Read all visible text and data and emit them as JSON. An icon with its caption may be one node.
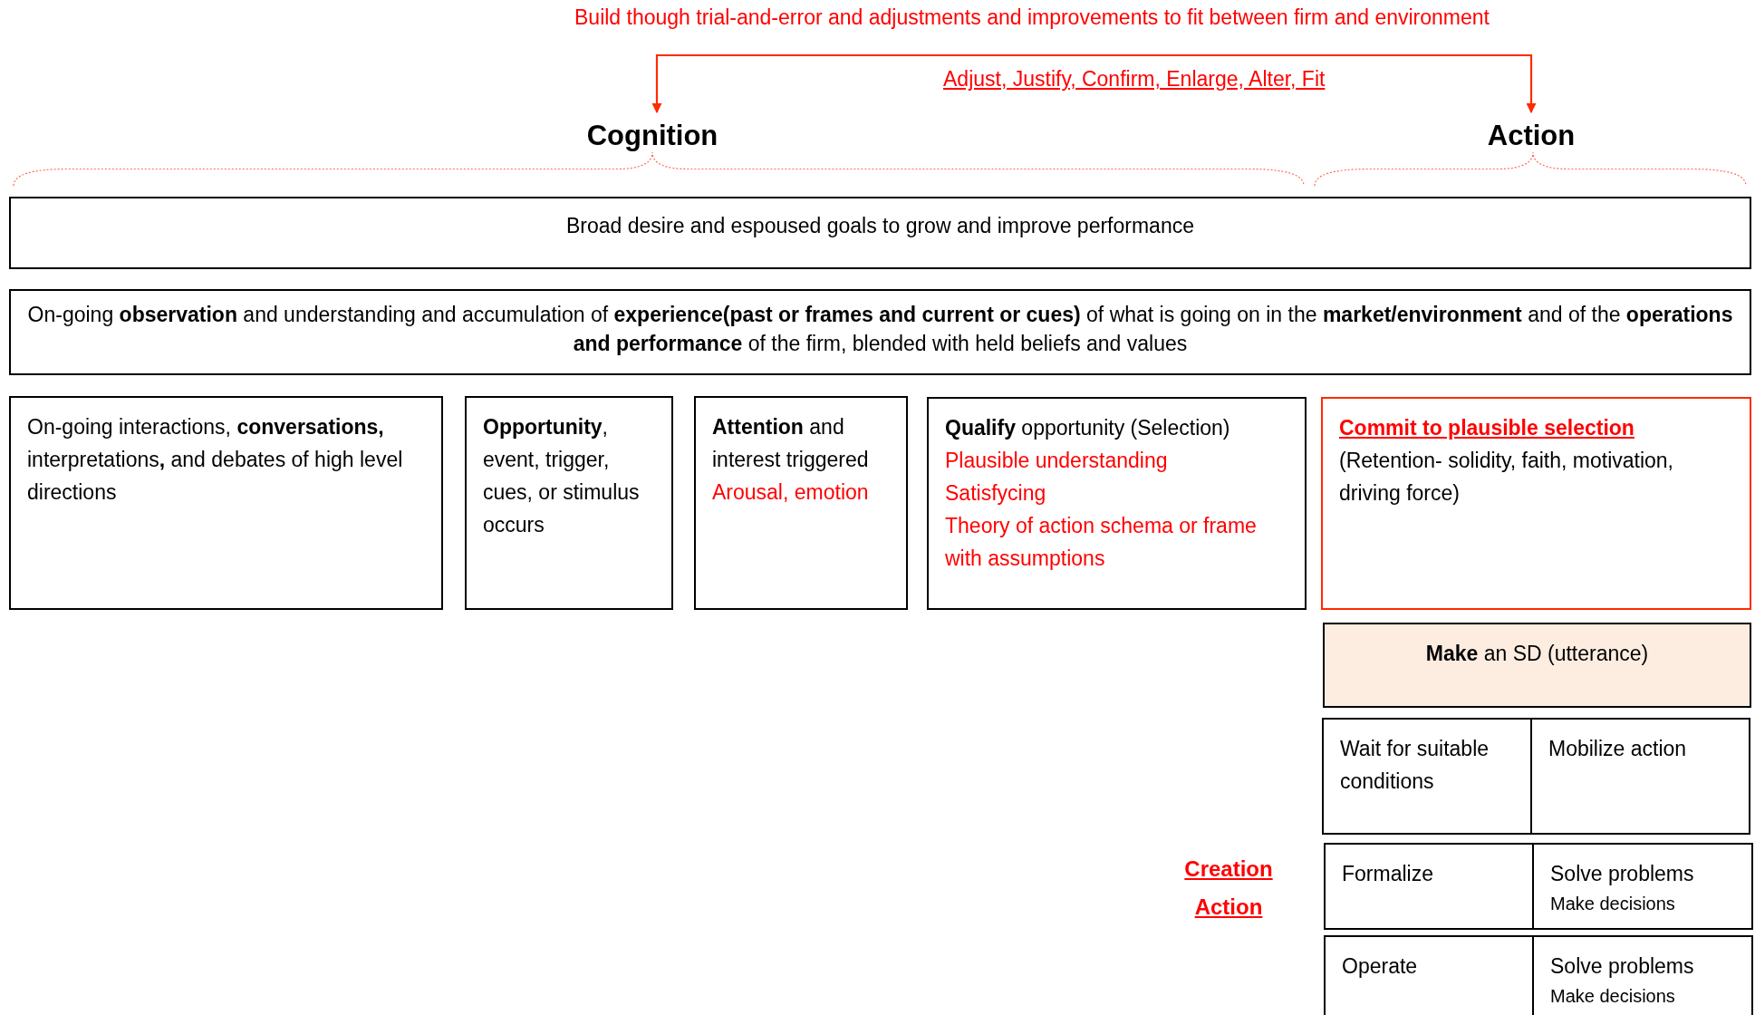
{
  "diagram": {
    "nodes": [
      {
        "text": [
          "Cognition"
        ]
      },
      {
        "text": [
          "Action"
        ]
      },
      {
        "text": [
          "Broad desire and espoused goals to grow and improve performance"
        ]
      },
      {
        "text": [
          "On-going **observation** and understanding and accumulation of **experience(past or frames and current or cues)** of what is going on in the **market/environment** and of the **operations and performance** of the firm, blended with held beliefs and values"
        ]
      },
      {
        "text": [
          "On-going interactions, **conversations,** interpretations**,** and debates of high level directions"
        ]
      },
      {
        "text": [
          "**Opportunity**, event, trigger, cues, or stimulus occurs"
        ]
      },
      {
        "text": [
          "**Attention** and interest triggered",
          "Arousal, emotion"
        ]
      },
      {
        "text": [
          "**Qualify** opportunity (Selection)",
          "Plausible understanding",
          "Satisfycing",
          "Theory of action schema or frame with assumptions"
        ]
      },
      {
        "text": [
          "Commit to plausible selection",
          "(Retention- solidity, faith, motivation, driving force)"
        ]
      },
      {
        "text": [
          "**Make** an SD (utterance)"
        ]
      },
      {
        "text": [
          "Wait for suitable conditions"
        ]
      },
      {
        "text": [
          "Mobilize action"
        ]
      },
      {
        "text": [
          "Formalize"
        ]
      },
      {
        "text": [
          "Solve problems",
          "Make decisions"
        ]
      },
      {
        "text": [
          "Operate"
        ]
      },
      {
        "text": [
          "Solve problems",
          "Make decisions"
        ]
      }
    ],
    "edges": [
      {
        "from": 0,
        "to": 1,
        "arrow": "both",
        "label": "Adjust, Justify, Confirm, Enlarge, Alter, Fit"
      }
    ],
    "labels": [
      "Build though trial-and-error and adjustments and improvements to fit between firm and environment",
      "Creation Action"
    ]
  }
}
